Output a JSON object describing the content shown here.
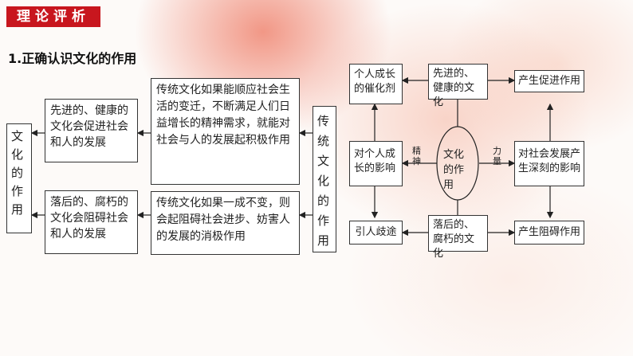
{
  "section_badge": "理论评析",
  "heading": "1.正确认识文化的作用",
  "left": {
    "root": "文化的作用",
    "positive": "先进的、健康的文化会促进社会和人的发展",
    "negative": "落后的、腐朽的文化会阻碍社会和人的发展",
    "trad_positive": "传统文化如果能顺应社会生活的变迁，不断满足人们日益增长的精神需求，就能对社会与人的发展起积极作用",
    "trad_negative": "传统文化如果一成不变，则会起阻碍社会进步、妨害人的发展的消极作用",
    "trad_root": "传统文化的作用"
  },
  "right": {
    "individual_growth": "个人成长的催化剂",
    "advanced_culture": "先进的、健康的文化",
    "promote": "产生促进作用",
    "individual_impact": "对个人成长的影响",
    "spirit": "精神",
    "center": "文化的作用",
    "force": "力量",
    "social_impact": "对社会发展产生深刻的影响",
    "astray": "引人歧途",
    "backward_culture": "落后的、腐朽的文化",
    "hinder": "产生阻碍作用"
  }
}
